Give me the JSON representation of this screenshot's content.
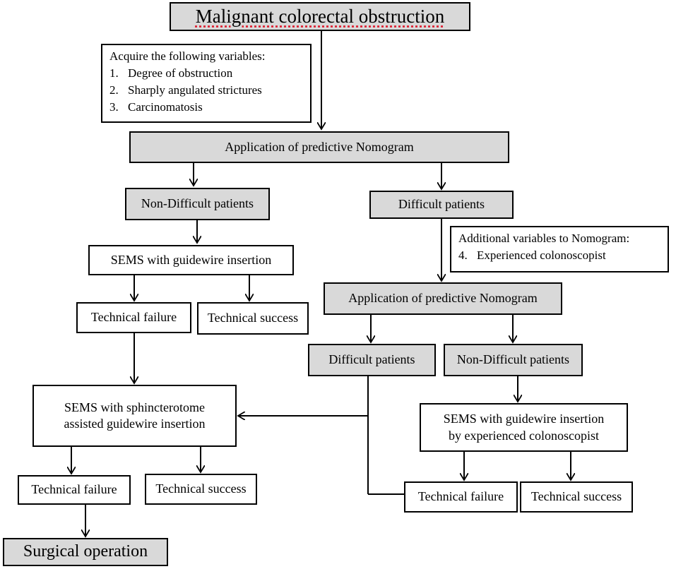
{
  "nodes": {
    "start": "Malignant colorectal obstruction",
    "acquire_title": "Acquire the following variables:",
    "acquire_items": [
      "Degree of obstruction",
      "Sharply angulated strictures",
      "Carcinomatosis"
    ],
    "nomogram1": "Application of predictive Nomogram",
    "nondifficult1": "Non-Difficult patients",
    "difficult1": "Difficult patients",
    "additional_title": "Additional variables to Nomogram:",
    "additional_items": [
      "Experienced colonoscopist"
    ],
    "sems_guidewire1": "SEMS with guidewire insertion",
    "nomogram2": "Application of predictive Nomogram",
    "failure1": "Technical failure",
    "success1": "Technical success",
    "difficult2": "Difficult patients",
    "nondifficult2": "Non-Difficult patients",
    "sems_sphincter_line1": "SEMS with sphincterotome",
    "sems_sphincter_line2": "assisted guidewire insertion",
    "sems_exp_line1": "SEMS with guidewire insertion",
    "sems_exp_line2": "by experienced colonoscopist",
    "failure2": "Technical failure",
    "success2": "Technical success",
    "failure3": "Technical failure",
    "success3": "Technical success",
    "surgery": "Surgical operation"
  }
}
